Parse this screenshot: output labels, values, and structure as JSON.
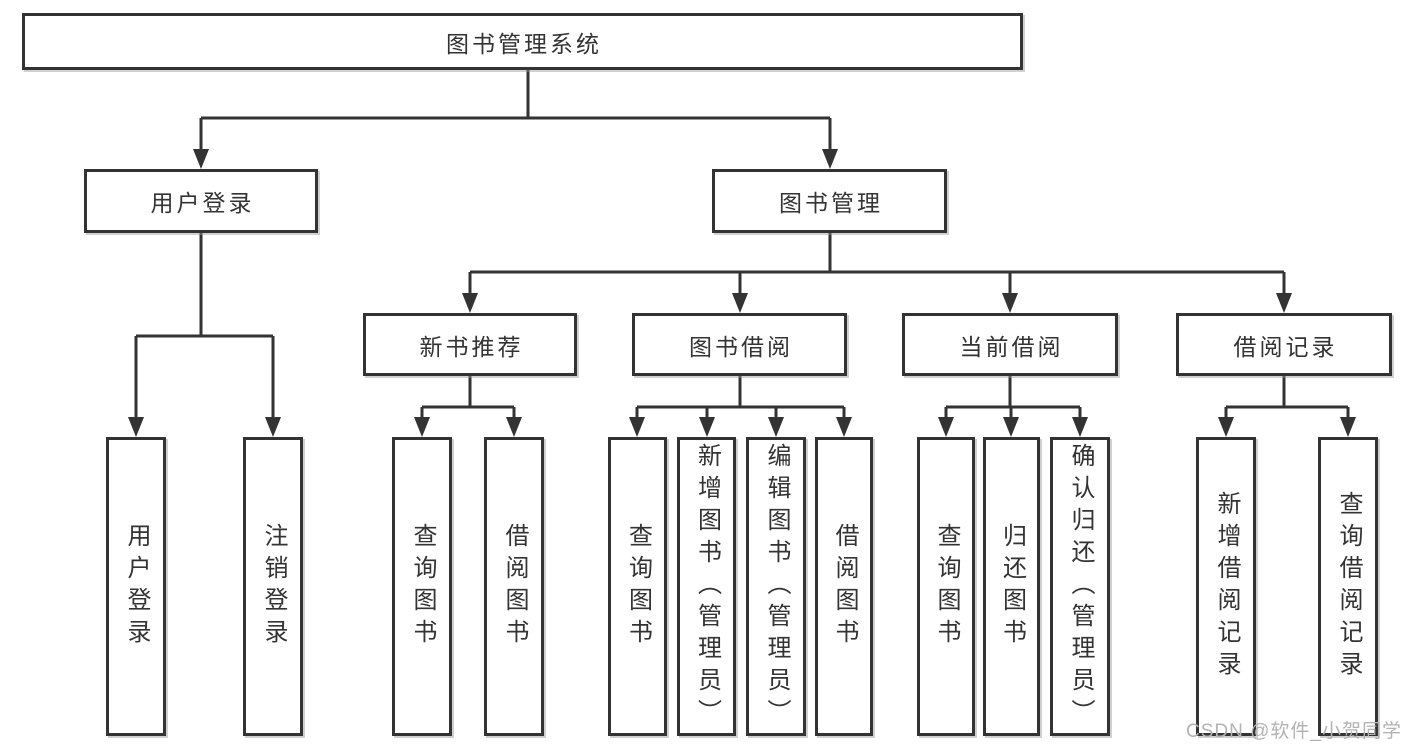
{
  "diagram": {
    "title": "图书管理系统",
    "level2": {
      "user_login": "用户登录",
      "book_mgmt": "图书管理"
    },
    "level3": {
      "new_book_rec": "新书推荐",
      "book_borrow": "图书借阅",
      "current_borrow": "当前借阅",
      "borrow_record": "借阅记录"
    },
    "leaves": {
      "user_login": "用户登录",
      "logout": "注销登录",
      "rec_query_book": "查询图书",
      "rec_borrow_book": "借阅图书",
      "bb_query_book": "查询图书",
      "bb_add_book": "新增图书（管理员）",
      "bb_edit_book": "编辑图书（管理员）",
      "bb_borrow_book": "借阅图书",
      "cb_query_book": "查询图书",
      "cb_return_book": "归还图书",
      "cb_confirm_return": "确认归还（管理员）",
      "br_add_record": "新增借阅记录",
      "br_query_record": "查询借阅记录"
    }
  },
  "watermark": "CSDN @软件_小贺同学",
  "colors": {
    "line": "#333333",
    "text": "#333333",
    "watermark": "#b3b3b3",
    "background": "#ffffff"
  }
}
